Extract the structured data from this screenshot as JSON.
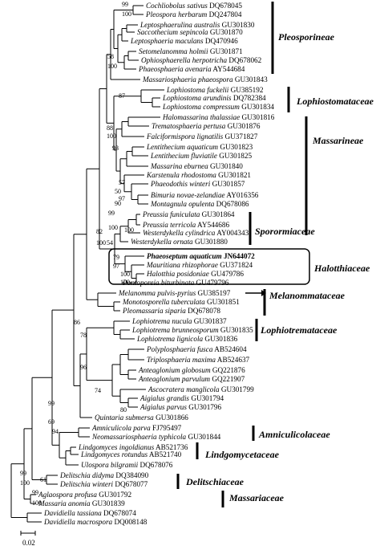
{
  "taxa": [
    {
      "name": "Cochliobolus sativus",
      "acc": "DQ678045"
    },
    {
      "name": "Pleospora herbarum",
      "acc": "DQ247804"
    },
    {
      "name": "Leptosphaerulina australis",
      "acc": "GU301830"
    },
    {
      "name": "Saccothecium sepincola",
      "acc": "GU301870"
    },
    {
      "name": "Leptosphaeria maculans",
      "acc": "DQ470946"
    },
    {
      "name": "Setomelanomma holmii",
      "acc": "GU301871"
    },
    {
      "name": "Ophiosphaerella herpotricha",
      "acc": "DQ678062"
    },
    {
      "name": "Phaeosphaeria avenaria",
      "acc": "AY544684"
    },
    {
      "name": "Massariosphaeria phaeospora",
      "acc": "GU301843"
    },
    {
      "name": "Lophiostoma fuckelii",
      "acc": "GU385192"
    },
    {
      "name": "Lophiostoma arundinis",
      "acc": "DQ782384"
    },
    {
      "name": "Lophiostoma compressum",
      "acc": "GU301834"
    },
    {
      "name": "Halomassarina thalassiae",
      "acc": "GU301816"
    },
    {
      "name": "Trematosphaeria pertusa",
      "acc": "GU301876"
    },
    {
      "name": "Falciformispora lignatilis",
      "acc": "GU371827"
    },
    {
      "name": "Lentithecium aquaticum",
      "acc": "GU301823"
    },
    {
      "name": "Lentithecium fluviatile",
      "acc": "GU301825"
    },
    {
      "name": "Massarina eburnea",
      "acc": "GU301840"
    },
    {
      "name": "Karstenula rhodostoma",
      "acc": "GU301821"
    },
    {
      "name": "Phaeodothis winteri",
      "acc": "GU301857"
    },
    {
      "name": "Bimuria novae-zelandiae",
      "acc": "AY016356"
    },
    {
      "name": "Montagnula opulenta",
      "acc": "DQ678086"
    },
    {
      "name": "Preussia funiculata",
      "acc": "GU301864"
    },
    {
      "name": "Preussia terricola",
      "acc": "AY544686"
    },
    {
      "name": "Westerdykella cylindrica",
      "acc": "AY004343"
    },
    {
      "name": "Westerdykella ornata",
      "acc": "GU301880"
    },
    {
      "name": "Phaeoseptum aquaticum",
      "acc": "JN644072"
    },
    {
      "name": "Mauritiana rhizophorae",
      "acc": "GU371824"
    },
    {
      "name": "Halotthia posidoniae",
      "acc": "GU479786"
    },
    {
      "name": "Pontoporeia biturbinata",
      "acc": "GU479796"
    },
    {
      "name": "Melanomma pulvis-pyrius",
      "acc": "GU385197"
    },
    {
      "name": "Monotosporella tuberculata",
      "acc": "GU301851"
    },
    {
      "name": "Pleomassaria siparia",
      "acc": "DQ678078"
    },
    {
      "name": "Lophiotrema nucula",
      "acc": "GU301837"
    },
    {
      "name": "Lophiotrema brunneosporum",
      "acc": "GU301835"
    },
    {
      "name": "Lophiotrema lignicola",
      "acc": "GU301836"
    },
    {
      "name": "Polyplosphaeria fusca",
      "acc": "AB524604"
    },
    {
      "name": "Triplosphaeria maxima",
      "acc": "AB524637"
    },
    {
      "name": "Anteaglonium globosum",
      "acc": "GQ221876"
    },
    {
      "name": "Anteaglonium parvulum",
      "acc": "GQ221907"
    },
    {
      "name": "Ascocratera manglicola",
      "acc": "GU301799"
    },
    {
      "name": "Aigialus grandis",
      "acc": "GU301794"
    },
    {
      "name": "Aigialus parvus",
      "acc": "GU301796"
    },
    {
      "name": "Quintaria submersa",
      "acc": "GU301866"
    },
    {
      "name": "Amniculicola parva",
      "acc": "FJ795497"
    },
    {
      "name": "Neomassariosphaeria typhicola",
      "acc": "GU301844"
    },
    {
      "name": "Lindgomyces ingoldianus",
      "acc": "AB521736"
    },
    {
      "name": "Lindgomyces rotundus",
      "acc": "AB521740"
    },
    {
      "name": "Ulospora bilgramii",
      "acc": "DQ678076"
    },
    {
      "name": "Delitschia didyma",
      "acc": "DQ384090"
    },
    {
      "name": "Delitschia winteri",
      "acc": "DQ678077"
    },
    {
      "name": "Aglaospora profusa",
      "acc": "GU301792"
    },
    {
      "name": "Massaria anomia",
      "acc": "GU301839"
    },
    {
      "name": "Davidiella tassiana",
      "acc": "DQ678074"
    },
    {
      "name": "Davidiella macrospora",
      "acc": "DQ008148"
    }
  ],
  "families": [
    "Pleosporineae",
    "Lophiostomataceae",
    "Massarineae",
    "Sporormiaceae",
    "Halotthiaceae",
    "Melanommataceae",
    "Lophiotremataceae",
    "Amniculicolaceae",
    "Lindgomycetaceae",
    "Delitschiaceae",
    "Massariaceae"
  ],
  "supports": [
    "99",
    "100",
    "58",
    "100",
    "87",
    "88",
    "100",
    "93",
    "50",
    "90",
    "57",
    "97",
    "99",
    "100",
    "100",
    "82",
    "100",
    "54",
    "79",
    "97",
    "100",
    "100",
    "86",
    "78",
    "96",
    "74",
    "80",
    "99",
    "69",
    "94",
    "61",
    "99",
    "100",
    "99",
    "100"
  ],
  "scale_label": "0.02"
}
